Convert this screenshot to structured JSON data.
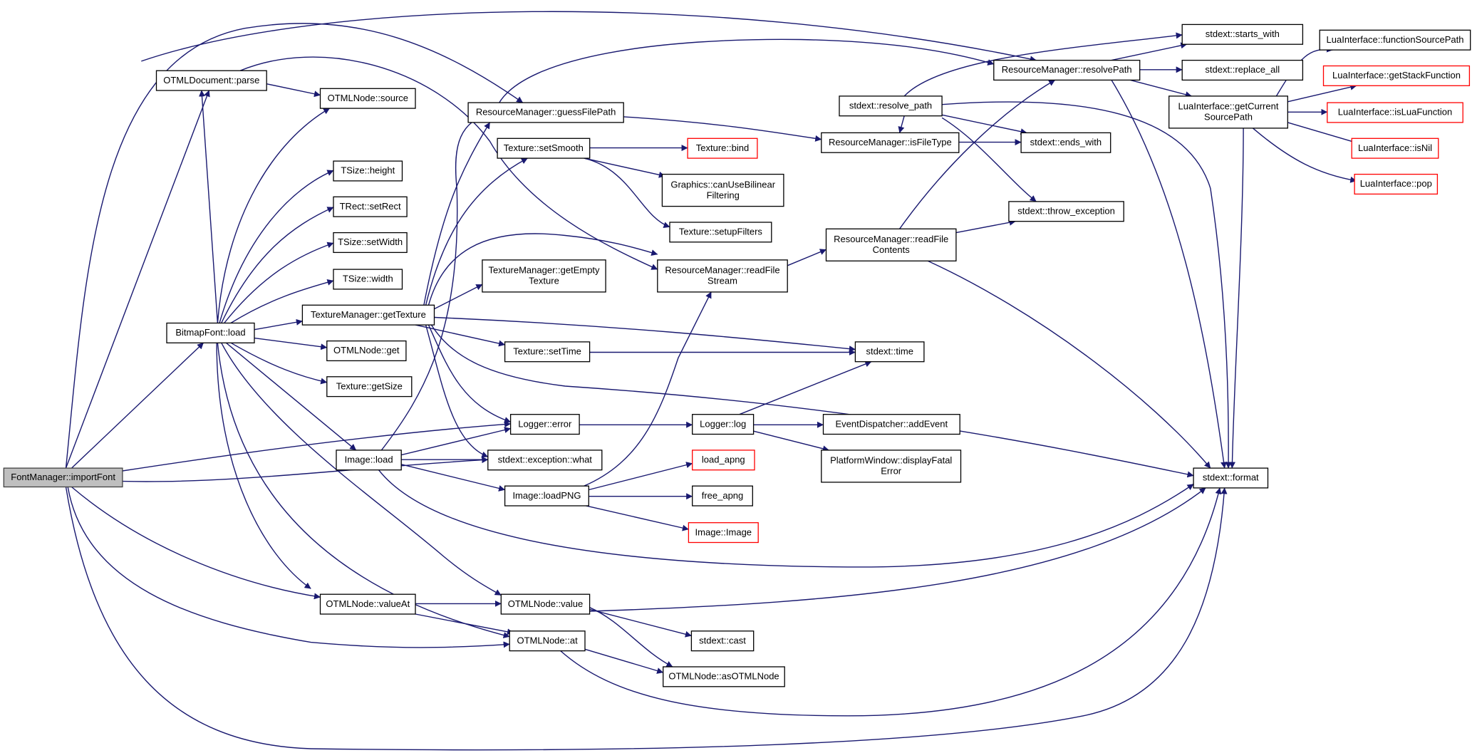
{
  "colors": {
    "edge": "#191970",
    "node_border": "#000000",
    "node_border_external": "#ff0000",
    "root_fill": "#bfbfbf",
    "background": "#ffffff"
  },
  "nodes": [
    {
      "id": "importFont",
      "lines": [
        "FontManager::importFont"
      ],
      "root": true
    },
    {
      "id": "docParse",
      "lines": [
        "OTMLDocument::parse"
      ]
    },
    {
      "id": "nodeSource",
      "lines": [
        "OTMLNode::source"
      ]
    },
    {
      "id": "tsHeight",
      "lines": [
        "TSize::height"
      ]
    },
    {
      "id": "trSetRect",
      "lines": [
        "TRect::setRect"
      ]
    },
    {
      "id": "tsSetWidth",
      "lines": [
        "TSize::setWidth"
      ]
    },
    {
      "id": "tsWidth",
      "lines": [
        "TSize::width"
      ]
    },
    {
      "id": "bfLoad",
      "lines": [
        "BitmapFont::load"
      ]
    },
    {
      "id": "tmGetTexture",
      "lines": [
        "TextureManager::getTexture"
      ]
    },
    {
      "id": "nodeGet",
      "lines": [
        "OTMLNode::get"
      ]
    },
    {
      "id": "texGetSize",
      "lines": [
        "Texture::getSize"
      ]
    },
    {
      "id": "imgLoad",
      "lines": [
        "Image::load"
      ]
    },
    {
      "id": "nodeValueAt",
      "lines": [
        "OTMLNode::valueAt"
      ]
    },
    {
      "id": "rmGuess",
      "lines": [
        "ResourceManager::guessFilePath"
      ]
    },
    {
      "id": "texSetSmooth",
      "lines": [
        "Texture::setSmooth"
      ]
    },
    {
      "id": "tmGetEmpty",
      "lines": [
        "TextureManager::getEmpty",
        "Texture"
      ]
    },
    {
      "id": "texSetTime",
      "lines": [
        "Texture::setTime"
      ]
    },
    {
      "id": "logErr",
      "lines": [
        "Logger::error"
      ]
    },
    {
      "id": "excWhat",
      "lines": [
        "stdext::exception::what"
      ]
    },
    {
      "id": "imgLoadPNG",
      "lines": [
        "Image::loadPNG"
      ]
    },
    {
      "id": "nodeValue",
      "lines": [
        "OTMLNode::value"
      ]
    },
    {
      "id": "nodeAt",
      "lines": [
        "OTMLNode::at"
      ]
    },
    {
      "id": "texBind",
      "lines": [
        "Texture::bind"
      ],
      "external": true
    },
    {
      "id": "gfxBilinear",
      "lines": [
        "Graphics::canUseBilinear",
        "Filtering"
      ]
    },
    {
      "id": "texFilters",
      "lines": [
        "Texture::setupFilters"
      ]
    },
    {
      "id": "rmReadStream",
      "lines": [
        "ResourceManager::readFile",
        "Stream"
      ]
    },
    {
      "id": "logLog",
      "lines": [
        "Logger::log"
      ]
    },
    {
      "id": "loadApng",
      "lines": [
        "load_apng"
      ],
      "external": true
    },
    {
      "id": "freeApng",
      "lines": [
        "free_apng"
      ]
    },
    {
      "id": "imgImage",
      "lines": [
        "Image::Image"
      ],
      "external": true
    },
    {
      "id": "stdCast",
      "lines": [
        "stdext::cast"
      ]
    },
    {
      "id": "asOTML",
      "lines": [
        "OTMLNode::asOTMLNode"
      ]
    },
    {
      "id": "resPath",
      "lines": [
        "stdext::resolve_path"
      ]
    },
    {
      "id": "isFileType",
      "lines": [
        "ResourceManager::isFileType"
      ]
    },
    {
      "id": "readContents",
      "lines": [
        "ResourceManager::readFile",
        "Contents"
      ]
    },
    {
      "id": "stdTime",
      "lines": [
        "stdext::time"
      ]
    },
    {
      "id": "addEvent",
      "lines": [
        "EventDispatcher::addEvent"
      ]
    },
    {
      "id": "displayFatal",
      "lines": [
        "PlatformWindow::displayFatal",
        "Error"
      ]
    },
    {
      "id": "rmResolve",
      "lines": [
        "ResourceManager::resolvePath"
      ]
    },
    {
      "id": "endsWith",
      "lines": [
        "stdext::ends_with"
      ]
    },
    {
      "id": "throwExc",
      "lines": [
        "stdext::throw_exception"
      ]
    },
    {
      "id": "startsWith",
      "lines": [
        "stdext::starts_with"
      ]
    },
    {
      "id": "replaceAll",
      "lines": [
        "stdext::replace_all"
      ]
    },
    {
      "id": "format",
      "lines": [
        "stdext::format"
      ]
    },
    {
      "id": "luaGetCur",
      "lines": [
        "LuaInterface::getCurrent",
        "SourcePath"
      ]
    },
    {
      "id": "luaFuncSrc",
      "lines": [
        "LuaInterface::functionSourcePath"
      ]
    },
    {
      "id": "luaStack",
      "lines": [
        "LuaInterface::getStackFunction"
      ],
      "external": true
    },
    {
      "id": "luaIsFunc",
      "lines": [
        "LuaInterface::isLuaFunction"
      ],
      "external": true
    },
    {
      "id": "luaIsNil",
      "lines": [
        "LuaInterface::isNil"
      ],
      "external": true
    },
    {
      "id": "luaPop",
      "lines": [
        "LuaInterface::pop"
      ],
      "external": true
    }
  ]
}
